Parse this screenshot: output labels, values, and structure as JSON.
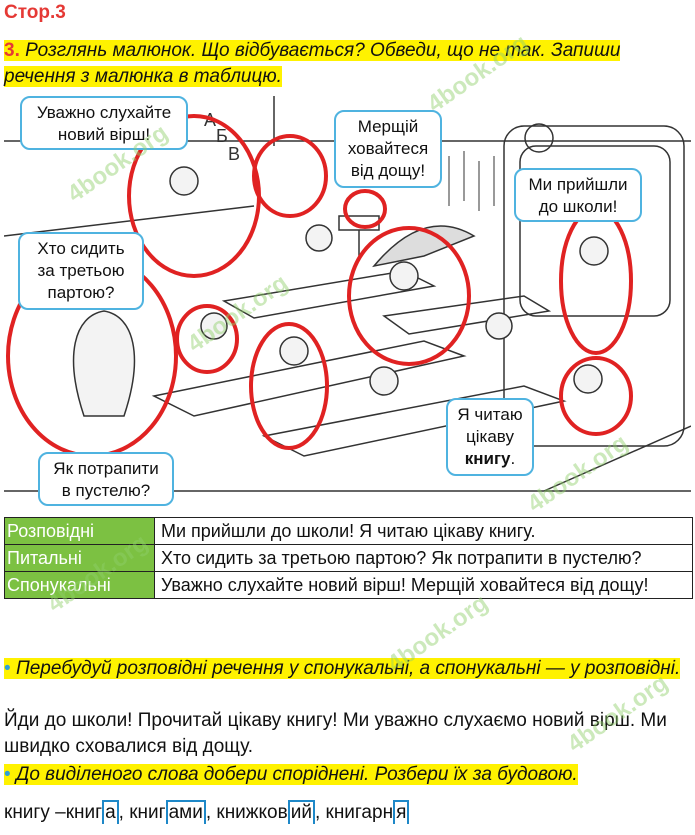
{
  "page_ref": "Стор.3",
  "task": {
    "number": "3.",
    "text": "Розглянь малюнок. Що відбувається? Обведи, що не так. Запиши речення з малюнка в таблицю."
  },
  "bubbles": {
    "b1": "Уважно слухайте новий вірш!",
    "b2": "Хто сидить за третьою партою?",
    "b3": "Як потрапити в пустелю?",
    "b4": "Мерщій ховайтеся від дощу!",
    "b5": "Ми прийшли до школи!",
    "b6_pre": "Я читаю цікаву",
    "b6_bold": "книгу",
    "b6_post": "."
  },
  "blackboard_letters": [
    "А",
    "Б",
    "В"
  ],
  "table": {
    "rows": [
      {
        "kind": "Розповідні",
        "text": "Ми прийшли до школи! Я читаю цікаву книгу."
      },
      {
        "kind": "Питальні",
        "text": "Хто сидить за третьою партою? Як потрапити в пустелю?"
      },
      {
        "kind": "Спонукальні",
        "text": "Уважно слухайте новий вірш! Мерщій ховайтеся від дощу!"
      }
    ]
  },
  "bullet": "•",
  "sub1": "Перебудуй розповідні речення у спонукальні, а спонукальні — у розповідні.",
  "answer1": "Йди до школи! Прочитай цікаву книгу! Ми уважно слухаємо новий вірш. Ми швидко сховалися від дощу.",
  "sub2": "До виділеного слова добери споріднені. Розбери їх за будовою.",
  "words": {
    "w1": "книгу – ",
    "w2_stem": "книг",
    "w2_end": "а",
    "sep": ", ",
    "w3_stem": "книг",
    "w3_end": "ами",
    "w4_stem": "книжков",
    "w4_end": "ий",
    "w5_stem": "книгарн",
    "w5_end": "я"
  },
  "watermark": "4book.org",
  "colors": {
    "accent_red": "#e53935",
    "highlight": "#fff200",
    "table_green": "#7cc142",
    "bubble_border": "#4fb3e0"
  }
}
